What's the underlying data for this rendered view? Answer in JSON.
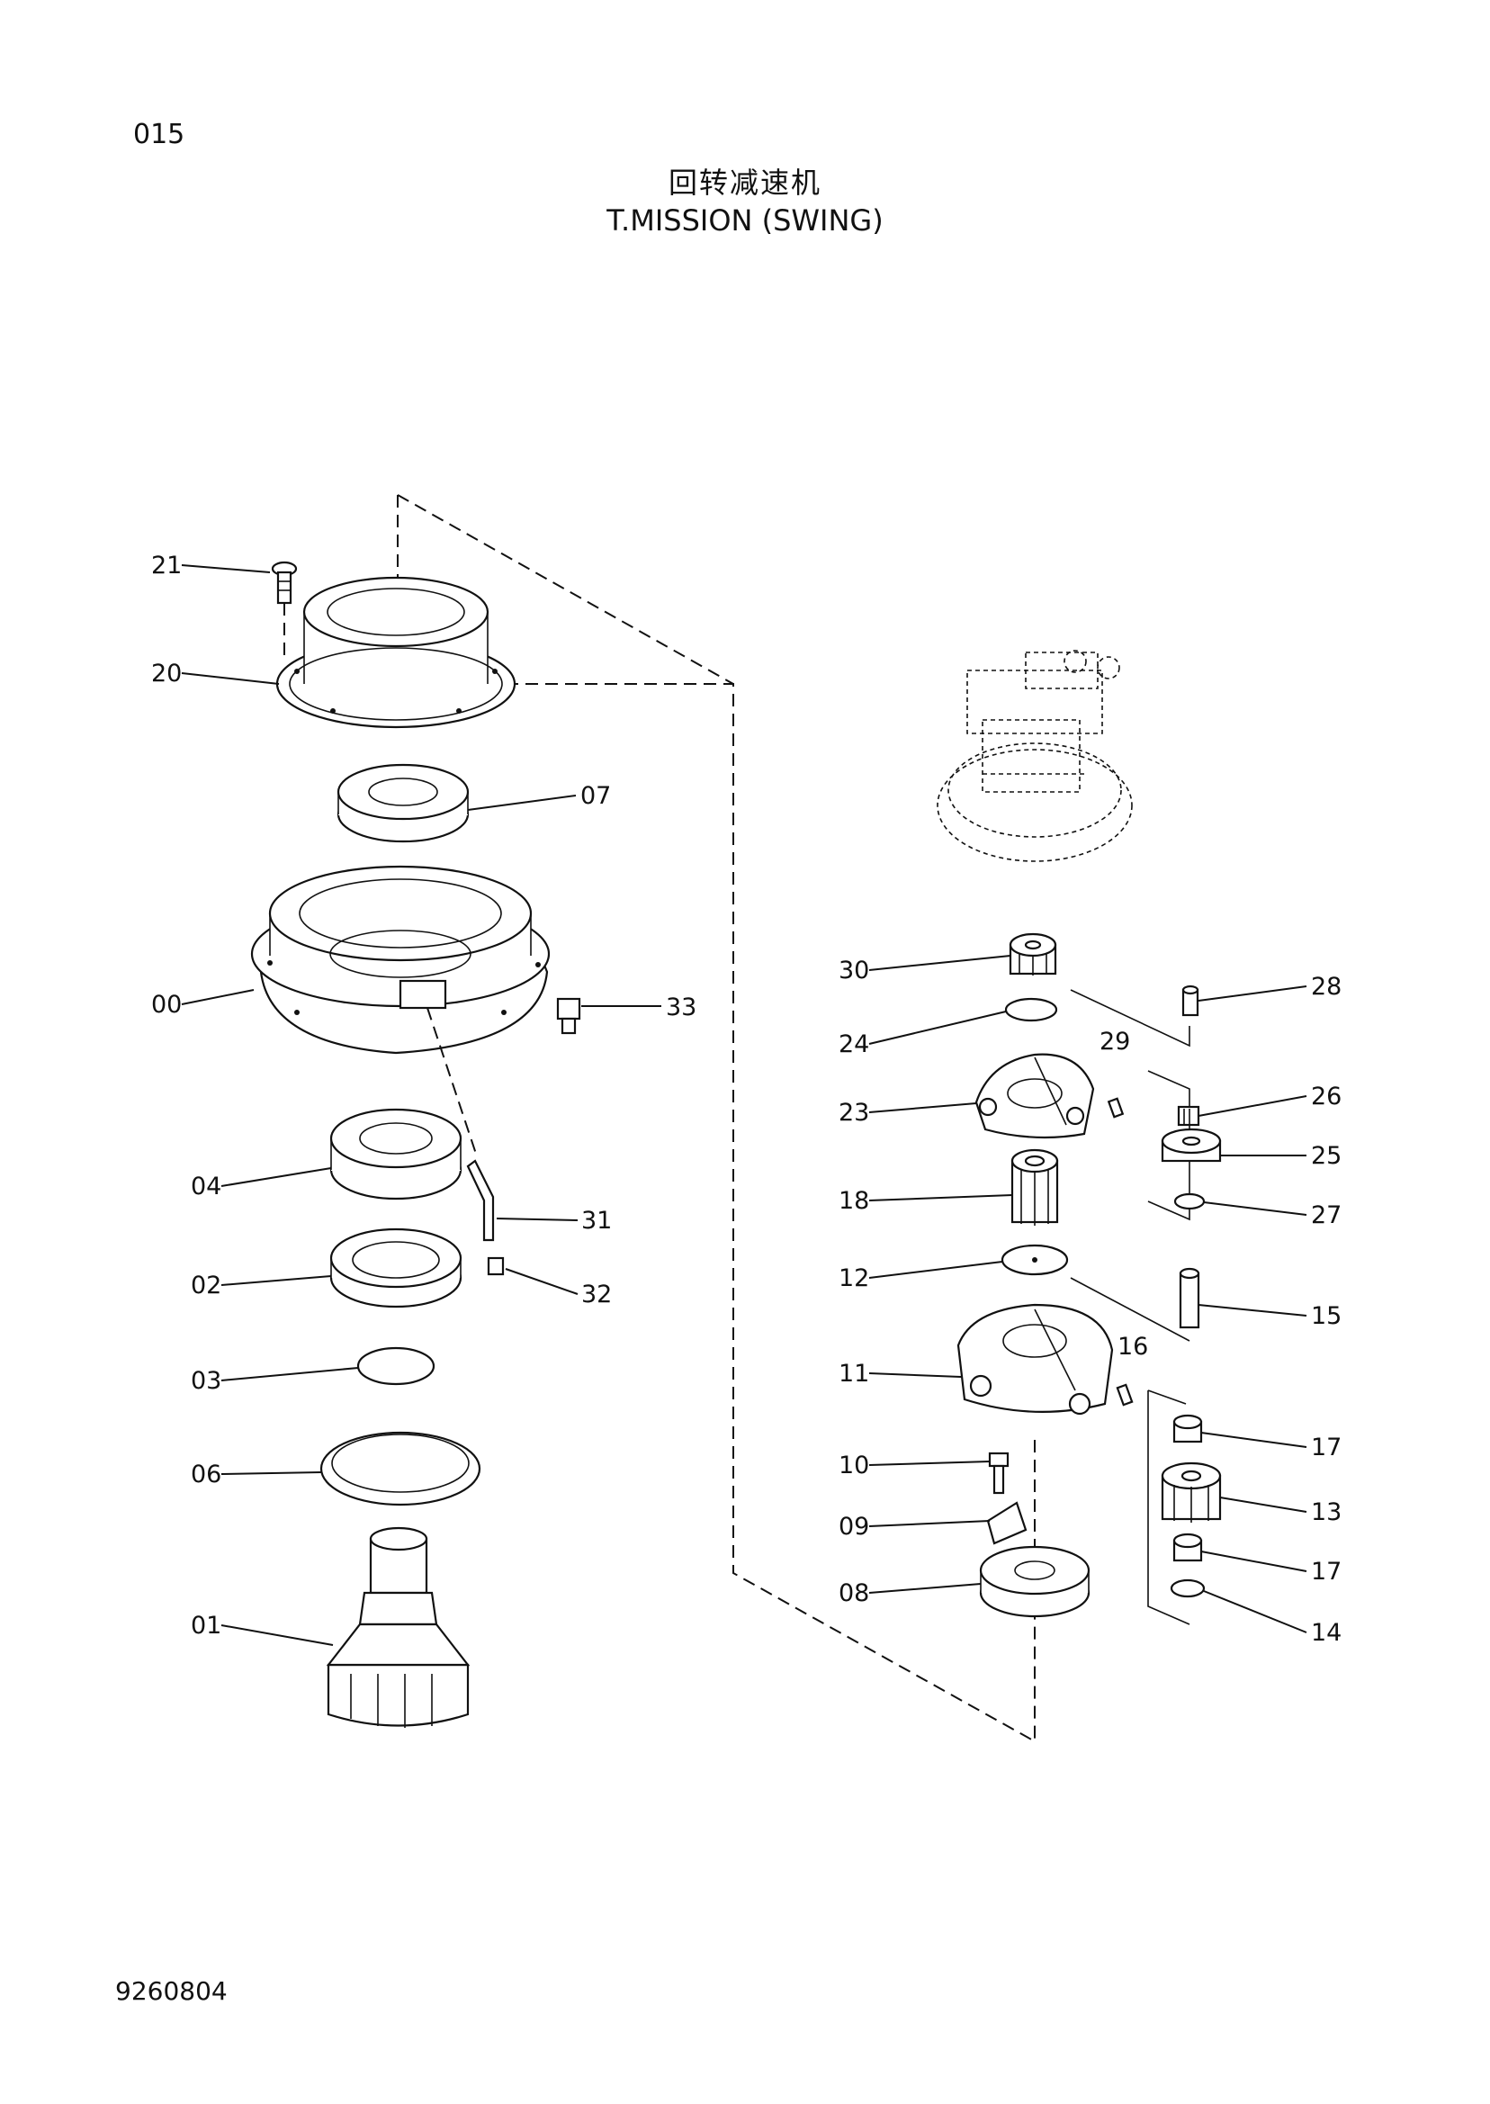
{
  "page_number": "015",
  "title_cn": "回转减速机",
  "title_en": "T.MISSION (SWING)",
  "document_code": "9260804",
  "part_labels": {
    "p21": "21",
    "p20": "20",
    "p07": "07",
    "p00": "00",
    "p33": "33",
    "p04": "04",
    "p31": "31",
    "p02": "02",
    "p32": "32",
    "p03": "03",
    "p06": "06",
    "p01": "01",
    "p30": "30",
    "p28": "28",
    "p24": "24",
    "p29": "29",
    "p23": "23",
    "p26": "26",
    "p25": "25",
    "p18": "18",
    "p27": "27",
    "p12": "12",
    "p15": "15",
    "p16": "16",
    "p11": "11",
    "p17a": "17",
    "p10": "10",
    "p13": "13",
    "p09": "09",
    "p17b": "17",
    "p08": "08",
    "p14": "14"
  }
}
